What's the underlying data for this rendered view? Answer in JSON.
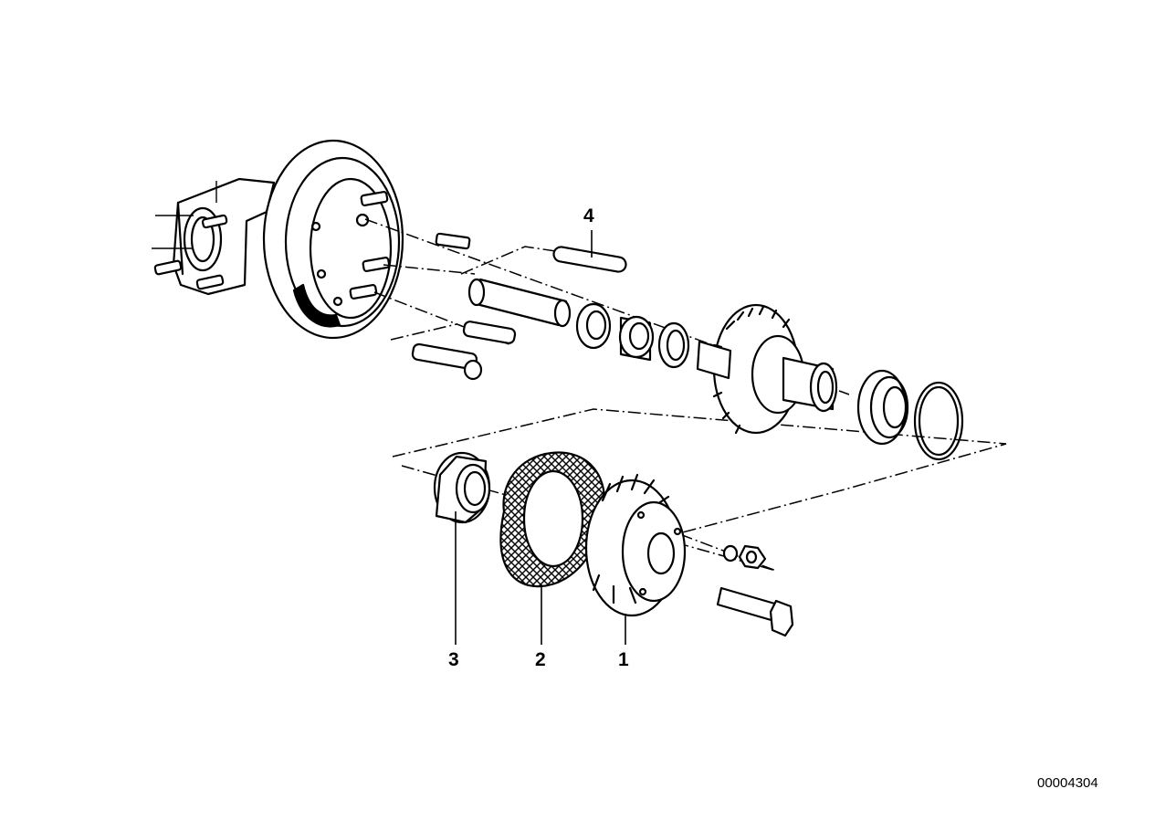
{
  "diagram": {
    "callouts": [
      {
        "id": "1",
        "label": "1"
      },
      {
        "id": "2",
        "label": "2"
      },
      {
        "id": "3",
        "label": "3"
      },
      {
        "id": "4",
        "label": "4"
      }
    ],
    "diagram_code": "00004304"
  },
  "colors": {
    "ink": "#000000",
    "paper": "#ffffff"
  }
}
